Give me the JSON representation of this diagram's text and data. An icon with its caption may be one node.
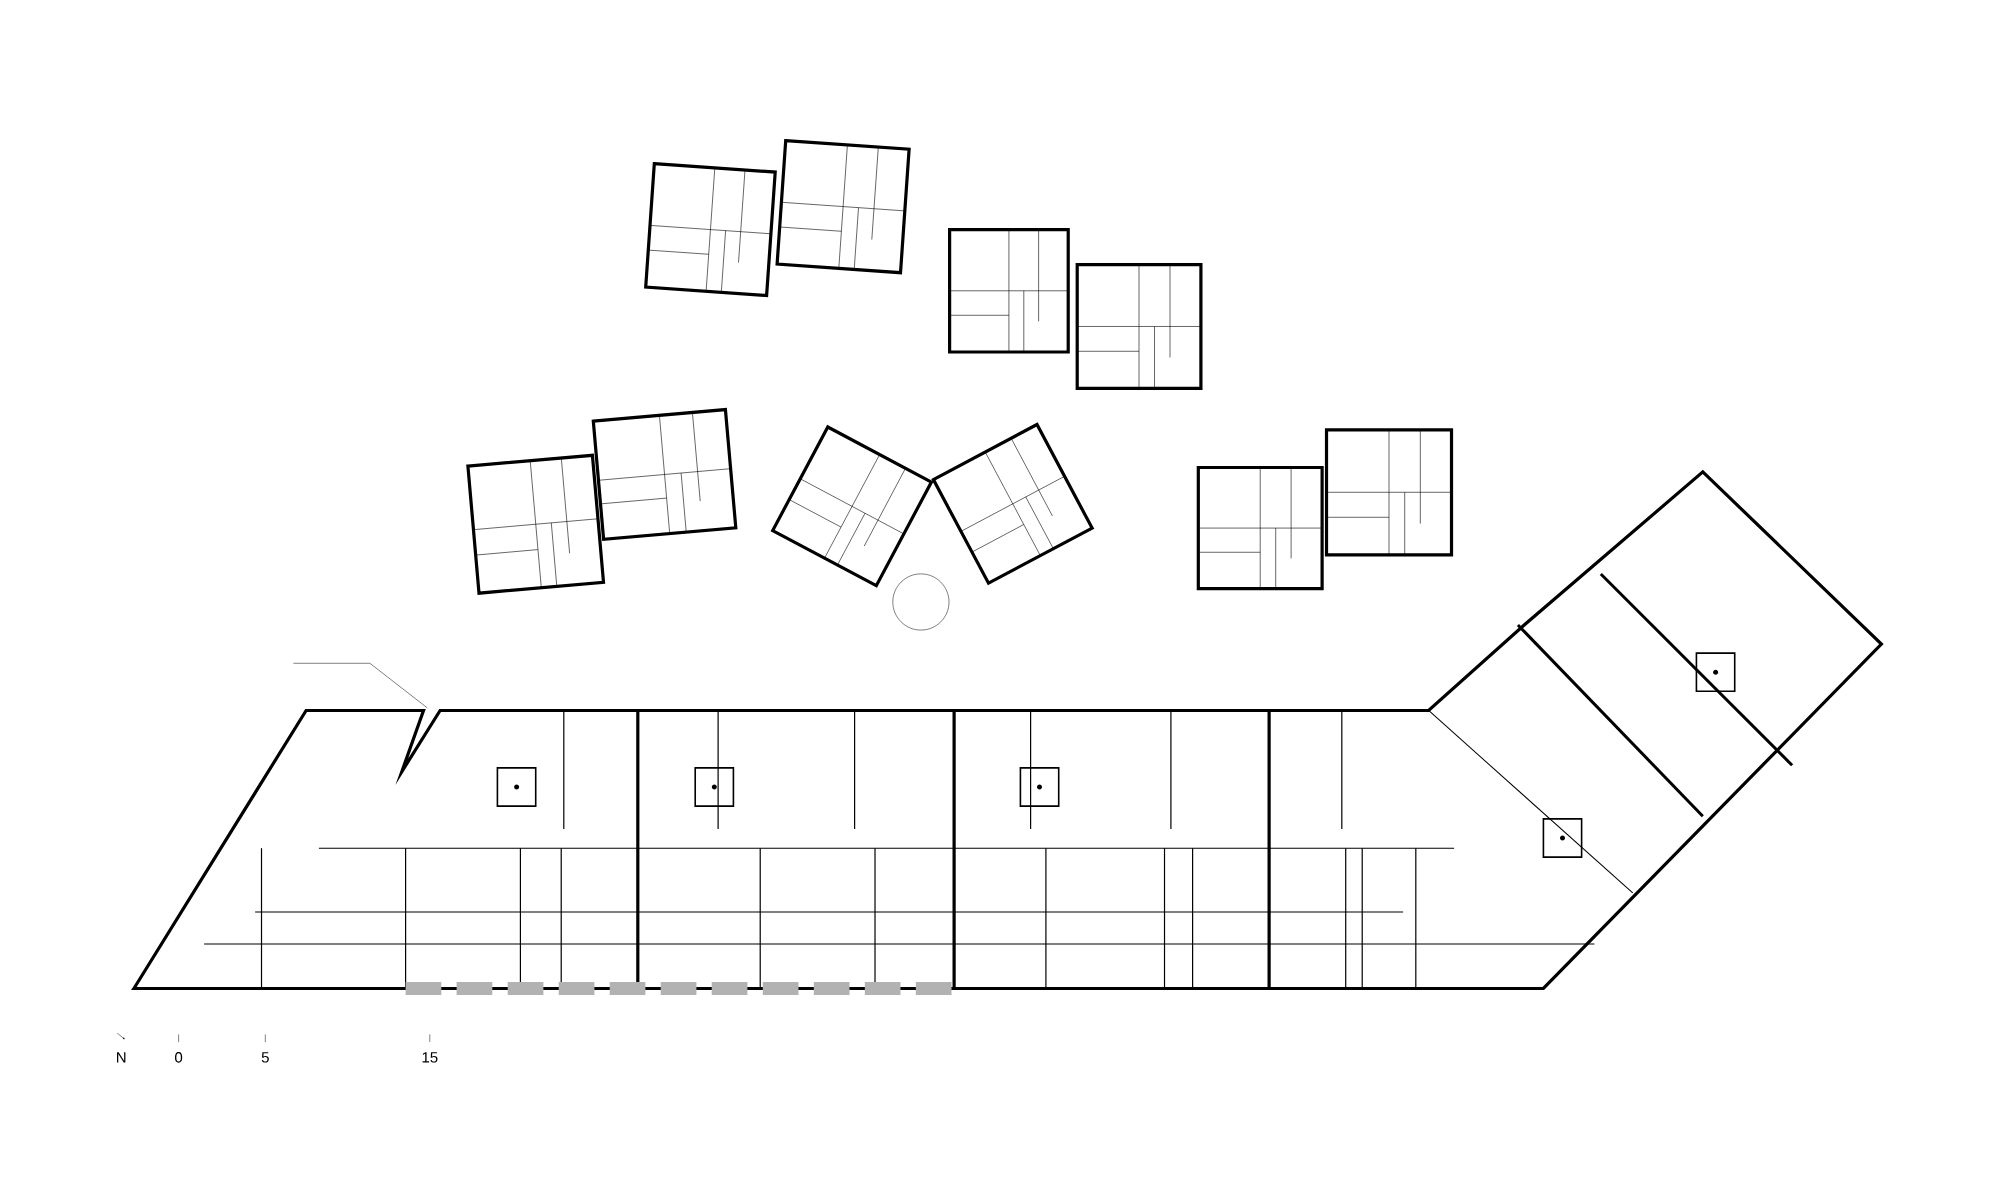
{
  "diagram": {
    "labels": [
      "N",
      "0",
      "5",
      "15"
    ]
  }
}
